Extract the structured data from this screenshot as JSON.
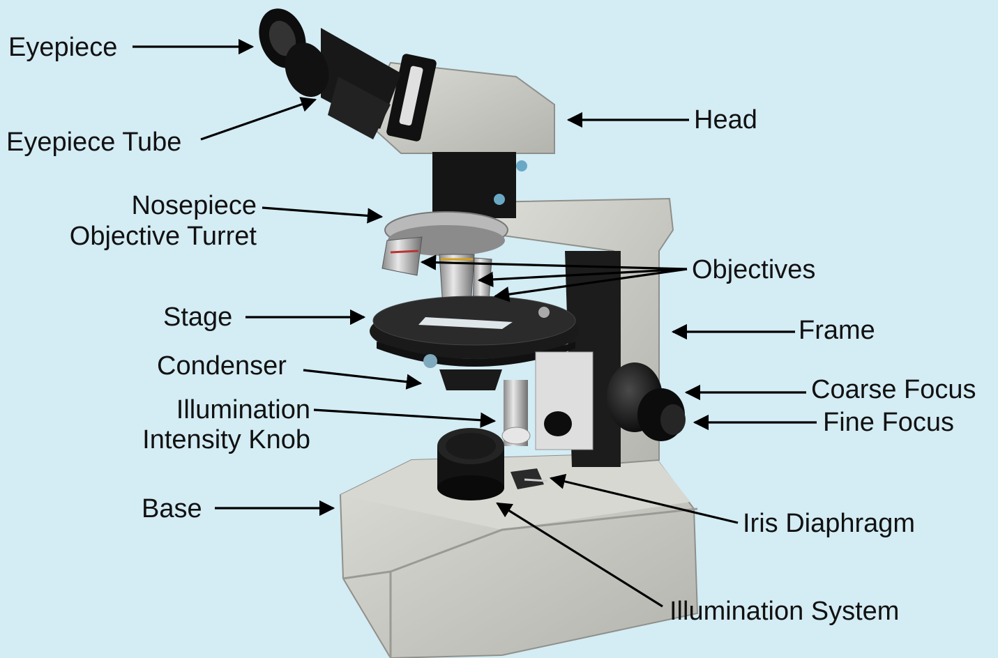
{
  "labels": {
    "eyepiece": "Eyepiece",
    "eyepiece_tube": "Eyepiece Tube",
    "nosepiece_line1": "Nosepiece",
    "nosepiece_line2": "Objective Turret",
    "stage": "Stage",
    "condenser": "Condenser",
    "illumination_knob_line1": "Illumination",
    "illumination_knob_line2": "Intensity Knob",
    "base": "Base",
    "head": "Head",
    "objectives": "Objectives",
    "frame": "Frame",
    "coarse_focus": "Coarse Focus",
    "fine_focus": "Fine Focus",
    "iris_diaphragm": "Iris Diaphragm",
    "illumination_system": "Illumination System"
  },
  "colors": {
    "background": "#d4ecf4",
    "body_grey": "#c9c9c4",
    "dark": "#1a1a1a",
    "arrow": "#000000"
  }
}
